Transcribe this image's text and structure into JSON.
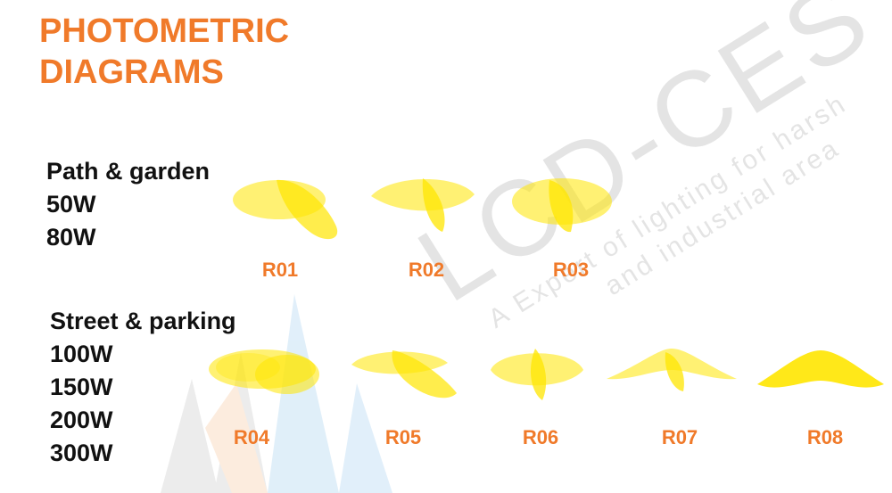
{
  "title": {
    "line1": "PHOTOMETRIC",
    "line2": "DIAGRAMS"
  },
  "watermark": {
    "brand": "LCD-CES",
    "tagline1": "A Expert of lighting for harsh",
    "tagline2": "and industrial area"
  },
  "groups": [
    {
      "heading": "Path & garden",
      "powers": [
        "50W",
        "80W"
      ]
    },
    {
      "heading": "Street & parking",
      "powers": [
        "100W",
        "150W",
        "200W",
        "300W"
      ]
    }
  ],
  "diagrams": {
    "r01": "R01",
    "r02": "R02",
    "r03": "R03",
    "r04": "R04",
    "r05": "R05",
    "r06": "R06",
    "r07": "R07",
    "r08": "R08"
  },
  "colors": {
    "accent": "#f07a2a",
    "beam": "#ffe600",
    "text": "#111111"
  }
}
